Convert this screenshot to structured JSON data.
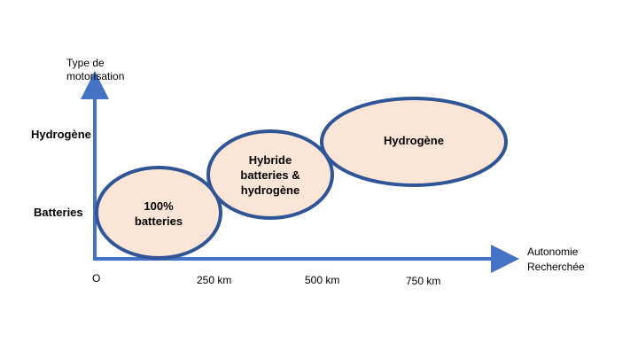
{
  "axes": {
    "y_title_line1": "Type de",
    "y_title_line2": "motorisation",
    "x_title_line1": "Autonomie",
    "x_title_line2": "Recherchée",
    "y_categories": [
      "Hydrogène",
      "Batteries"
    ],
    "x_ticks": [
      "O",
      "250 km",
      "500 km",
      "750 km"
    ]
  },
  "regions": [
    {
      "lines": [
        "100%",
        "batteries"
      ]
    },
    {
      "lines": [
        "Hybride",
        "batteries &",
        "hydrogène"
      ]
    },
    {
      "lines": [
        "Hydrogène"
      ]
    }
  ],
  "colors": {
    "axis": "#4472c4",
    "ellipse_fill": "#fbe5d6",
    "ellipse_stroke": "#2f5597"
  }
}
